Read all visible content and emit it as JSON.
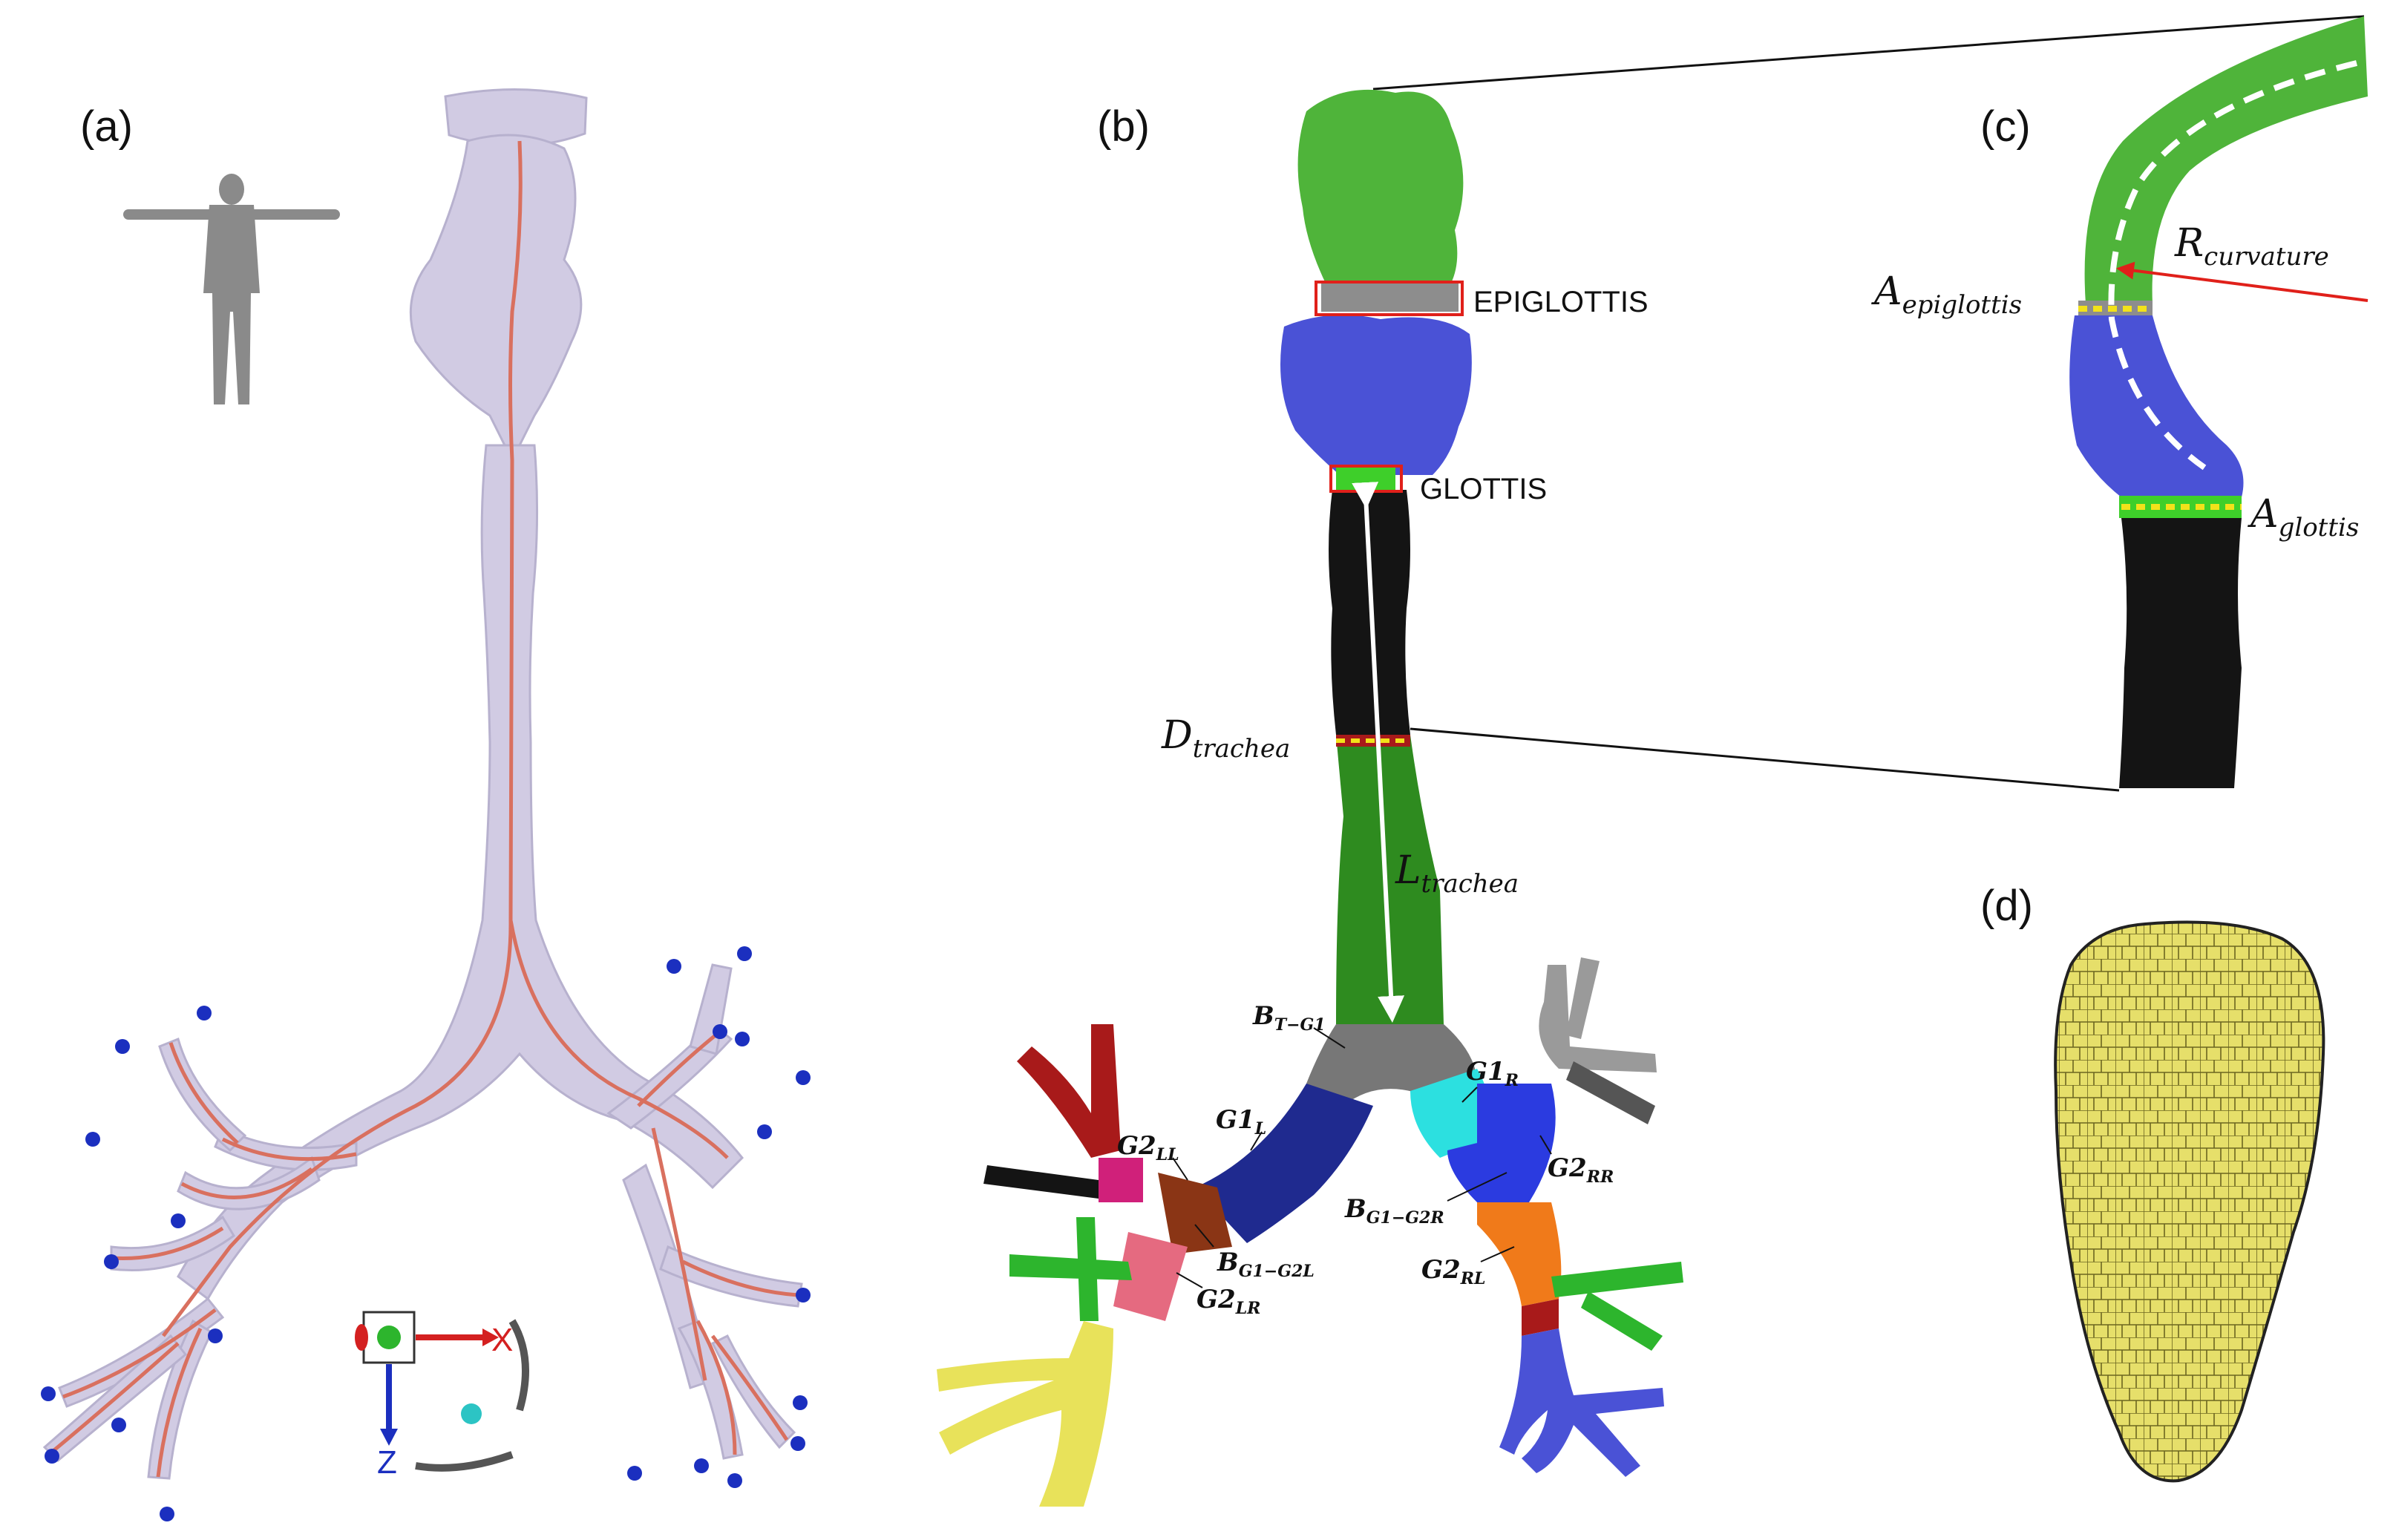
{
  "panels": {
    "a": "(a)",
    "b": "(b)",
    "c": "(c)",
    "d": "(d)"
  },
  "axes_triad": {
    "x": "X",
    "z": "Z"
  },
  "region_labels": {
    "epiglottis": "EPIGLOTTIS",
    "glottis": "GLOTTIS"
  },
  "measures": {
    "d_trachea": {
      "base": "D",
      "sub": "trachea"
    },
    "l_trachea": {
      "base": "L",
      "sub": "trachea"
    },
    "r_curvature": {
      "base": "R",
      "sub": "curvature"
    },
    "a_epiglottis": {
      "base": "A",
      "sub": "epiglottis"
    },
    "a_glottis": {
      "base": "A",
      "sub": "glottis"
    }
  },
  "branch_labels": {
    "b_t_g1": {
      "base": "B",
      "sub": "T−G1"
    },
    "g1_r": {
      "base": "G1",
      "sub": "R"
    },
    "g1_l": {
      "base": "G1",
      "sub": "L"
    },
    "g2_ll": {
      "base": "G2",
      "sub": "LL"
    },
    "g2_rr": {
      "base": "G2",
      "sub": "RR"
    },
    "b_g1_g2r": {
      "base": "B",
      "sub": "G1−G2R"
    },
    "b_g1_g2l": {
      "base": "B",
      "sub": "G1−G2L"
    },
    "g2_rl": {
      "base": "G2",
      "sub": "RL"
    },
    "g2_lr": {
      "base": "G2",
      "sub": "LR"
    }
  },
  "colors": {
    "airway_translucent": "#cfc9e2",
    "centerline": "#d9705f",
    "endpoint": "#1b2fbf",
    "upper_green": "#4fb43a",
    "larynx_blue": "#4a52d6",
    "trachea_black": "#141414",
    "mesh_yellow": "#e6df6a",
    "callout_red": "#e0201a",
    "dash_yellow": "#f2e21a"
  }
}
